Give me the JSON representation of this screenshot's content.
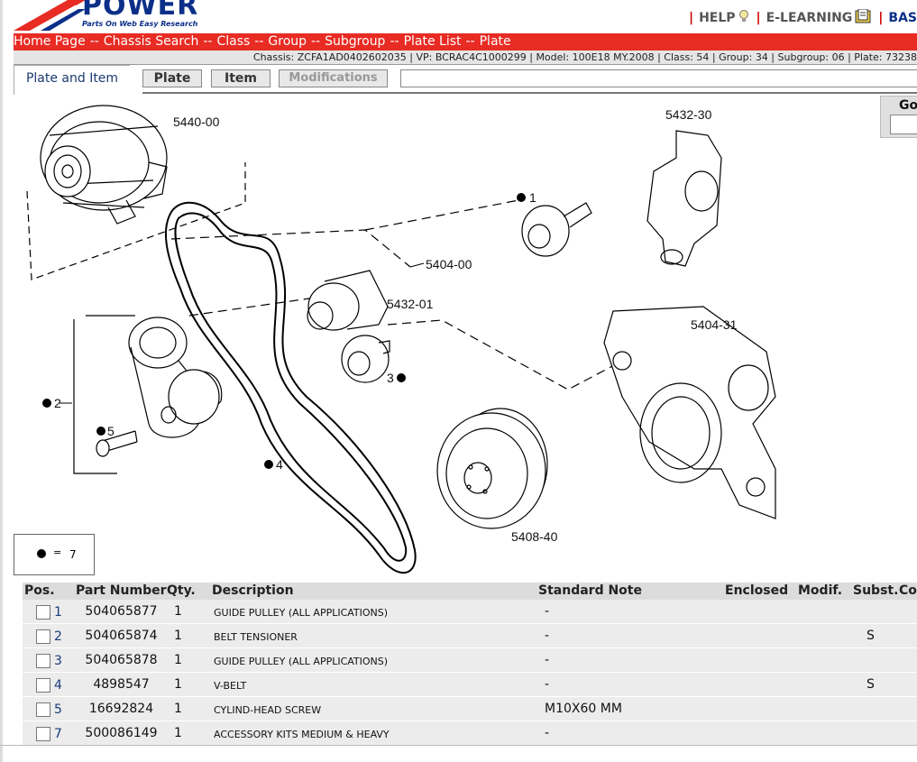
{
  "header": {
    "logo_text": "POWER",
    "logo_tagline": "Parts On Web Easy Research",
    "links": [
      {
        "label": "HELP",
        "icon": "help-bulb-icon"
      },
      {
        "label": "E-LEARNING",
        "icon": "e-learning-book-icon"
      },
      {
        "label": "BAS"
      }
    ]
  },
  "breadcrumb": {
    "items": [
      "Home Page",
      "Chassis Search",
      "Class",
      "Group",
      "Subgroup",
      "Plate List",
      "Plate"
    ],
    "separator": "--"
  },
  "vehicle_info": "Chassis: ZCFA1AD0402602035 | VP: BCRAC4C1000299 | Model: 100E18 MY.2008 | Class: 54 | Group: 34 | Subgroup: 06 | Plate: 73238",
  "tabs": {
    "active": "Plate and Item",
    "buttons": [
      "Plate",
      "Item",
      "Modifications"
    ]
  },
  "go_box": {
    "label": "Go"
  },
  "drawing": {
    "callouts": [
      "5440-00",
      "5432-30",
      "5404-00",
      "5432-01",
      "5404-31",
      "5408-40",
      "1",
      "2",
      "3",
      "4",
      "5"
    ],
    "legend": {
      "symbol": "=",
      "count": "7"
    }
  },
  "table": {
    "columns": [
      "Pos.",
      "Part Number",
      "Qty.",
      "Description",
      "Standard Note",
      "Enclosed",
      "Modif.",
      "Subst.",
      "Co"
    ],
    "rows": [
      {
        "pos": "1",
        "part_number": "504065877",
        "qty": "1",
        "description": "GUIDE PULLEY (ALL APPLICATIONS)",
        "note": "-",
        "subst": ""
      },
      {
        "pos": "2",
        "part_number": "504065874",
        "qty": "1",
        "description": "BELT TENSIONER",
        "note": "-",
        "subst": "S"
      },
      {
        "pos": "3",
        "part_number": "504065878",
        "qty": "1",
        "description": "GUIDE PULLEY (ALL APPLICATIONS)",
        "note": "-",
        "subst": ""
      },
      {
        "pos": "4",
        "part_number": "4898547",
        "qty": "1",
        "description": "V-BELT",
        "note": "-",
        "subst": "S"
      },
      {
        "pos": "5",
        "part_number": "16692824",
        "qty": "1",
        "description": "CYLIND-HEAD SCREW",
        "note": "M10X60 MM",
        "subst": ""
      },
      {
        "pos": "7",
        "part_number": "500086149",
        "qty": "1",
        "description": "ACCESSORY KITS MEDIUM & HEAVY",
        "note": "-",
        "subst": ""
      }
    ]
  },
  "colors": {
    "brand_red": "#e82b23",
    "brand_blue": "#0b2f88",
    "link_blue": "#1a3a7a"
  }
}
